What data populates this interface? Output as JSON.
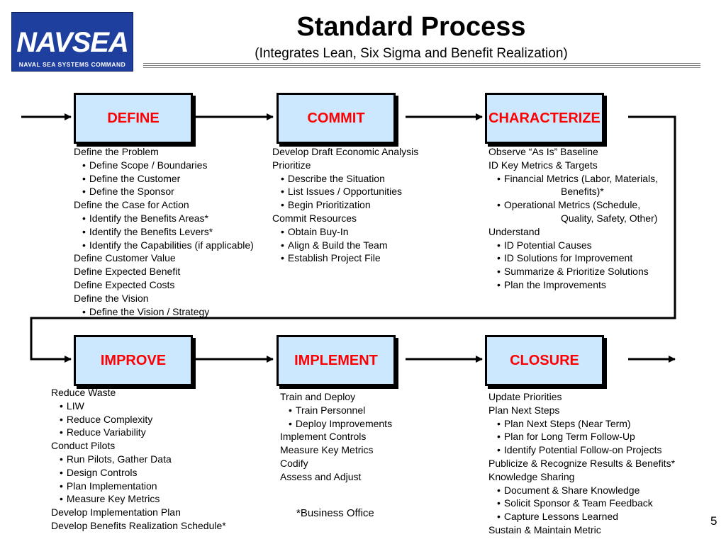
{
  "header": {
    "logo_text": "NAVSEA",
    "logo_subtext": "NAVAL SEA SYSTEMS COMMAND",
    "title": "Standard Process",
    "subtitle": "(Integrates Lean, Six Sigma and Benefit Realization)"
  },
  "stages": {
    "define": {
      "label": "DEFINE",
      "items": [
        {
          "text": "Define the Problem",
          "level": 0
        },
        {
          "text": "Define Scope / Boundaries",
          "level": 1
        },
        {
          "text": "Define the Customer",
          "level": 1
        },
        {
          "text": "Define the Sponsor",
          "level": 1
        },
        {
          "text": "Define the Case for Action",
          "level": 0
        },
        {
          "text": "Identify the Benefits Areas*",
          "level": 1
        },
        {
          "text": "Identify the Benefits Levers*",
          "level": 1
        },
        {
          "text": "Identify the Capabilities (if applicable)",
          "level": 1
        },
        {
          "text": "Define Customer Value",
          "level": 0
        },
        {
          "text": "Define Expected Benefit",
          "level": 0
        },
        {
          "text": "Define Expected Costs",
          "level": 0
        },
        {
          "text": "Define the Vision",
          "level": 0
        },
        {
          "text": "Define the Vision / Strategy",
          "level": 1
        }
      ]
    },
    "commit": {
      "label": "COMMIT",
      "items": [
        {
          "text": "Develop Draft Economic Analysis",
          "level": 0
        },
        {
          "text": "Prioritize",
          "level": 0
        },
        {
          "text": "Describe the Situation",
          "level": 1
        },
        {
          "text": "List Issues / Opportunities",
          "level": 1
        },
        {
          "text": "Begin Prioritization",
          "level": 1
        },
        {
          "text": "Commit Resources",
          "level": 0
        },
        {
          "text": "Obtain Buy-In",
          "level": 1
        },
        {
          "text": "Align & Build the Team",
          "level": 1
        },
        {
          "text": "Establish Project File",
          "level": 1
        }
      ]
    },
    "characterize": {
      "label": "CHARACTERIZE",
      "items": [
        {
          "text": "Observe “As Is” Baseline",
          "level": 0
        },
        {
          "text": "ID Key Metrics & Targets",
          "level": 0
        },
        {
          "text": "Financial Metrics (Labor, Materials,",
          "level": 1
        },
        {
          "text": "Benefits)*",
          "level": 2
        },
        {
          "text": "Operational Metrics (Schedule,",
          "level": 1
        },
        {
          "text": "Quality, Safety, Other)",
          "level": 2
        },
        {
          "text": "Understand",
          "level": 0
        },
        {
          "text": "ID Potential Causes",
          "level": 1
        },
        {
          "text": "ID Solutions for Improvement",
          "level": 1
        },
        {
          "text": "Summarize & Prioritize Solutions",
          "level": 1
        },
        {
          "text": "Plan the Improvements",
          "level": 1
        }
      ]
    },
    "improve": {
      "label": "IMPROVE",
      "items": [
        {
          "text": "Reduce Waste",
          "level": 0
        },
        {
          "text": "LIW",
          "level": 1
        },
        {
          "text": "Reduce Complexity",
          "level": 1
        },
        {
          "text": "Reduce Variability",
          "level": 1
        },
        {
          "text": "Conduct Pilots",
          "level": 0
        },
        {
          "text": "Run Pilots, Gather Data",
          "level": 1
        },
        {
          "text": "Design Controls",
          "level": 1
        },
        {
          "text": "Plan Implementation",
          "level": 1
        },
        {
          "text": "Measure Key Metrics",
          "level": 1
        },
        {
          "text": "Develop Implementation Plan",
          "level": 0
        },
        {
          "text": "Develop Benefits Realization Schedule*",
          "level": 0
        }
      ]
    },
    "implement": {
      "label": "IMPLEMENT",
      "items": [
        {
          "text": "Train and Deploy",
          "level": 0
        },
        {
          "text": "Train Personnel",
          "level": 1
        },
        {
          "text": "Deploy Improvements",
          "level": 1
        },
        {
          "text": "Implement Controls",
          "level": 0
        },
        {
          "text": "Measure Key Metrics",
          "level": 0
        },
        {
          "text": "Codify",
          "level": 0
        },
        {
          "text": "Assess and Adjust",
          "level": 0
        }
      ]
    },
    "closure": {
      "label": "CLOSURE",
      "items": [
        {
          "text": "Update Priorities",
          "level": 0
        },
        {
          "text": "Plan Next Steps",
          "level": 0
        },
        {
          "text": "Plan Next Steps (Near Term)",
          "level": 1
        },
        {
          "text": "Plan for Long Term Follow-Up",
          "level": 1
        },
        {
          "text": "Identify Potential Follow-on Projects",
          "level": 1
        },
        {
          "text": "Publicize & Recognize Results & Benefits*",
          "level": 0
        },
        {
          "text": "Knowledge Sharing",
          "level": 0
        },
        {
          "text": "Document & Share Knowledge",
          "level": 1
        },
        {
          "text": "Solicit Sponsor & Team Feedback",
          "level": 1
        },
        {
          "text": "Capture Lessons Learned",
          "level": 1
        },
        {
          "text": "Sustain & Maintain Metric",
          "level": 0
        }
      ]
    }
  },
  "footnote": "*Business Office",
  "page_number": "5"
}
